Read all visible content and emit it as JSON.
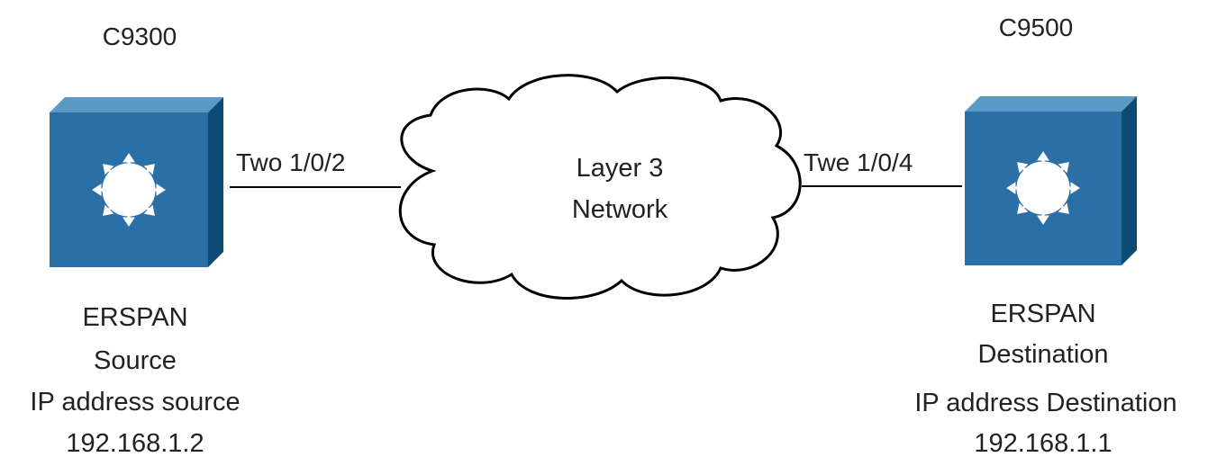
{
  "colors": {
    "switch_face": "#2a6fa6",
    "switch_side": "#0e4b74",
    "switch_top": "#5a9ac6",
    "switch_glyph": "#ffffff",
    "link": "#000000",
    "cloud_stroke": "#000000",
    "text": "#222222"
  },
  "left_switch": {
    "model": "C9300",
    "role_line1": "ERSPAN",
    "role_line2": "Source",
    "ip_label": "IP address source",
    "ip": "192.168.1.2",
    "icon": "layer3-switch-icon"
  },
  "right_switch": {
    "model": "C9500",
    "role_line1": "ERSPAN",
    "role_line2": "Destination",
    "ip_label": "IP address Destination",
    "ip": "192.168.1.1",
    "icon": "layer3-switch-icon"
  },
  "cloud": {
    "line1": "Layer 3",
    "line2": "Network",
    "icon": "cloud-icon"
  },
  "links": {
    "left_interface": "Two 1/0/2",
    "right_interface": "Twe 1/0/4"
  }
}
